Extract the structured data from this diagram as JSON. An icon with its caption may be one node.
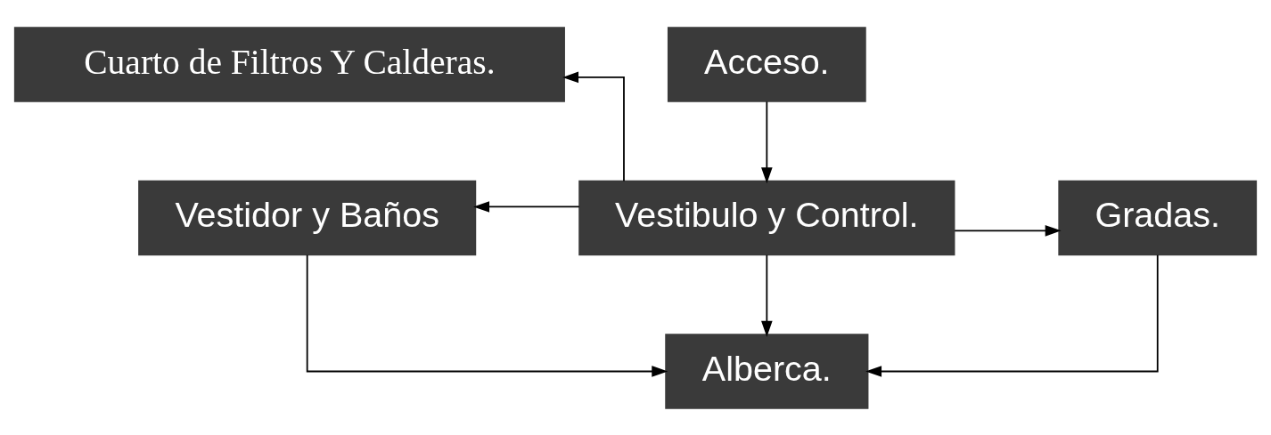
{
  "diagram": {
    "nodes": [
      {
        "text": [
          "Cuarto de Filtros Y Calderas."
        ]
      },
      {
        "text": [
          "Acceso."
        ]
      },
      {
        "text": [
          "Vestibulo y Control."
        ]
      },
      {
        "text": [
          "Vestidor y Baños"
        ]
      },
      {
        "text": [
          "Gradas."
        ]
      },
      {
        "text": [
          "Alberca."
        ]
      }
    ],
    "edges": [
      {
        "from": 1,
        "to": 2,
        "arrow": "to"
      },
      {
        "from": 2,
        "to": 0,
        "arrow": "to"
      },
      {
        "from": 2,
        "to": 3,
        "arrow": "to"
      },
      {
        "from": 2,
        "to": 4,
        "arrow": "to"
      },
      {
        "from": 2,
        "to": 5,
        "arrow": "to"
      },
      {
        "from": 3,
        "to": 5,
        "arrow": "to"
      },
      {
        "from": 4,
        "to": 5,
        "arrow": "to"
      }
    ]
  }
}
